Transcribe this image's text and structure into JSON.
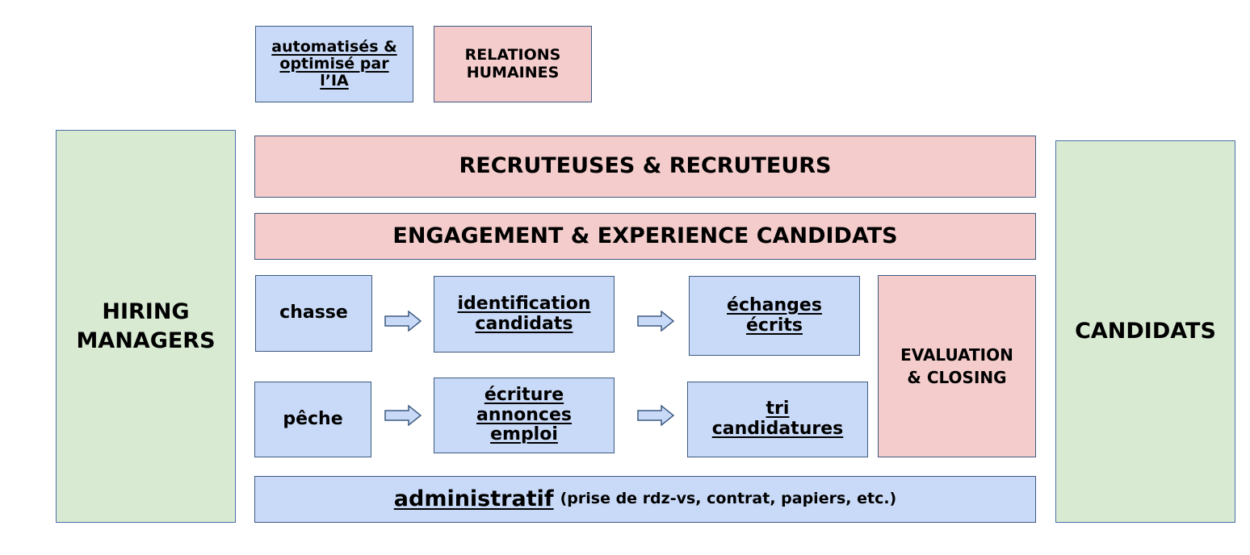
{
  "legend": {
    "ai_label_line1": "automatisés &",
    "ai_label_line2": "optimisé par",
    "ai_label_line3": "l’IA",
    "human_label_line1": "RELATIONS",
    "human_label_line2": "HUMAINES"
  },
  "sides": {
    "left_line1": "HIRING",
    "left_line2": "MANAGERS",
    "right": "CANDIDATS"
  },
  "bands": {
    "recruteurs": "RECRUTEUSES & RECRUTEURS",
    "engagement": "ENGAGEMENT & EXPERIENCE CANDIDATS"
  },
  "process": {
    "chasse": "chasse",
    "identification_line1": "identification",
    "identification_line2": "candidats",
    "echanges_line1": "échanges",
    "echanges_line2": "écrits",
    "peche": "pêche",
    "ecriture_line1": "écriture",
    "ecriture_line2": "annonces",
    "ecriture_line3": "emploi",
    "tri_line1": "tri",
    "tri_line2": "candidatures",
    "evaluation_line1": "EVALUATION",
    "evaluation_line2": "& CLOSING"
  },
  "admin": {
    "main": "administratif",
    "sub": "(prise de rdz-vs, contrat, papiers, etc.)"
  },
  "colors": {
    "ai_fill": "#c9daf8",
    "human_fill": "#f4cccc",
    "actor_fill": "#d9ead3",
    "border": "#3d5a80"
  },
  "icons": {
    "flow_arrow": "arrow-right-icon"
  }
}
